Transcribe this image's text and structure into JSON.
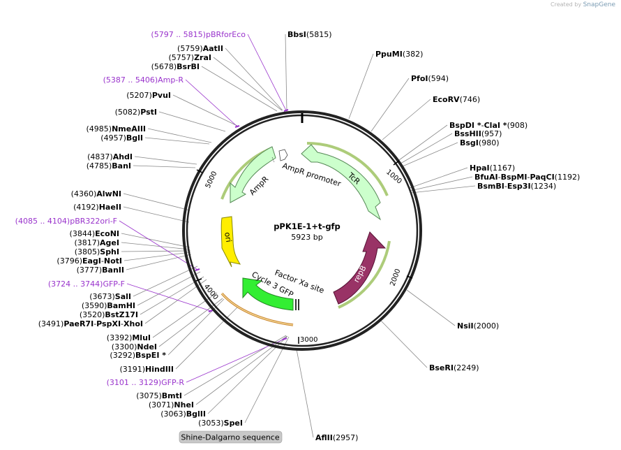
{
  "credit": {
    "prefix": "Created by",
    "brand": "SnapGene"
  },
  "plasmid": {
    "name": "pPK1E-1+t-gfp",
    "length_label": "5923 bp",
    "length": 5923
  },
  "ticks": [
    "1000",
    "2000",
    "3000",
    "4000",
    "5000"
  ],
  "features": [
    {
      "label": "TcR",
      "color": "#ccffcc"
    },
    {
      "label": "repB",
      "color": "#993366"
    },
    {
      "label": "Cycle 3 GFP",
      "color": "#33ee33"
    },
    {
      "label": "ori",
      "color": "#ffee00"
    },
    {
      "label": "AmpR",
      "color": "#ccffcc"
    },
    {
      "label": "AmpR promoter",
      "color": "#ffffff"
    },
    {
      "label": "Factor Xa site",
      "color": "#000000"
    }
  ],
  "sites": [
    {
      "name": "BbsI",
      "pos": "(5815)"
    },
    {
      "name": "PpuMI",
      "pos": "(382)"
    },
    {
      "name": "PfoI",
      "pos": "(594)"
    },
    {
      "name": "EcoRV",
      "pos": "(746)"
    },
    {
      "name": "BspDI *",
      "sep": "-",
      "name2": "ClaI *",
      "pos": "(908)"
    },
    {
      "name": "BssHII",
      "pos": "(957)"
    },
    {
      "name": "BsgI",
      "pos": "(980)"
    },
    {
      "name": "HpaI",
      "pos": "(1167)"
    },
    {
      "name": "BfuAI",
      "sep": "-",
      "name2": "BspMI",
      "sep2": "-",
      "name3": "PaqCI",
      "pos": "(1192)"
    },
    {
      "name": "BsmBI",
      "sep": "-",
      "name2": "Esp3I",
      "pos": "(1234)"
    },
    {
      "name": "NsiI",
      "pos": "(2000)"
    },
    {
      "name": "BseRI",
      "pos": "(2249)"
    },
    {
      "name": "AflII",
      "pos": "(2957)"
    },
    {
      "name": "AatII",
      "pos": "(5759)"
    },
    {
      "name": "ZraI",
      "pos": "(5757)"
    },
    {
      "name": "BsrBI",
      "pos": "(5678)"
    },
    {
      "name": "PvuI",
      "pos": "(5207)"
    },
    {
      "name": "PstI",
      "pos": "(5082)"
    },
    {
      "name": "NmeAIII",
      "pos": "(4985)"
    },
    {
      "name": "BglI",
      "pos": "(4957)"
    },
    {
      "name": "AhdI",
      "pos": "(4837)"
    },
    {
      "name": "BanI",
      "pos": "(4785)"
    },
    {
      "name": "AlwNI",
      "pos": "(4360)"
    },
    {
      "name": "HaeII",
      "pos": "(4192)"
    },
    {
      "name": "EcoNI",
      "pos": "(3844)"
    },
    {
      "name": "AgeI",
      "pos": "(3817)"
    },
    {
      "name": "SphI",
      "pos": "(3805)"
    },
    {
      "name": "EagI",
      "sep": "-",
      "name2": "NotI",
      "pos": "(3796)"
    },
    {
      "name": "BanII",
      "pos": "(3777)"
    },
    {
      "name": "SalI",
      "pos": "(3673)"
    },
    {
      "name": "BamHI",
      "pos": "(3590)"
    },
    {
      "name": "BstZ17I",
      "pos": "(3520)"
    },
    {
      "name": "PaeR7I",
      "sep": "-",
      "name2": "PspXI",
      "sep2": "-",
      "name3": "XhoI",
      "pos": "(3491)"
    },
    {
      "name": "MluI",
      "pos": "(3392)"
    },
    {
      "name": "NdeI",
      "pos": "(3300)"
    },
    {
      "name": "BspEI *",
      "pos": "(3292)"
    },
    {
      "name": "HindIII",
      "pos": "(3191)"
    },
    {
      "name": "BmtI",
      "pos": "(3075)"
    },
    {
      "name": "NheI",
      "pos": "(3071)"
    },
    {
      "name": "BglII",
      "pos": "(3063)"
    },
    {
      "name": "SpeI",
      "pos": "(3053)"
    }
  ],
  "primers": [
    {
      "range": "(5797 .. 5815)",
      "name": "pBRforEco"
    },
    {
      "range": "(5387 .. 5406)",
      "name": "Amp-R"
    },
    {
      "range": "(4085 .. 4104)",
      "name": "pBR322ori-F"
    },
    {
      "range": "(3724 .. 3744)",
      "name": "GFP-F"
    },
    {
      "range": "(3101 .. 3129)",
      "name": "GFP-R"
    }
  ],
  "badge": {
    "label": "Shine-Dalgarno sequence"
  }
}
